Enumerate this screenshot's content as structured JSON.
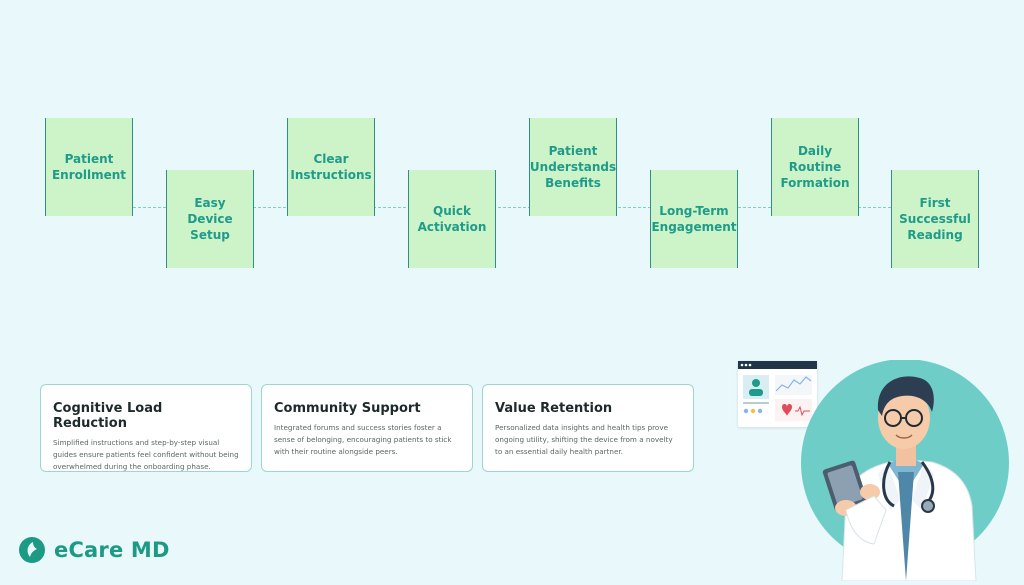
{
  "flow": {
    "steps": [
      {
        "label": "Patient Enrollment"
      },
      {
        "label": "Easy Device Setup"
      },
      {
        "label": "Clear Instructions"
      },
      {
        "label": "Quick Activation"
      },
      {
        "label": "Patient Understands Benefits"
      },
      {
        "label": "Long-Term Engagement"
      },
      {
        "label": "Daily Routine Formation"
      },
      {
        "label": "First Successful Reading"
      }
    ]
  },
  "cards": [
    {
      "title": "Cognitive Load Reduction",
      "text": "Simplified instructions and step-by-step visual guides ensure patients feel confident without being overwhelmed during the onboarding phase."
    },
    {
      "title": "Community Support",
      "text": "Integrated forums and success stories foster a sense of belonging, encouraging patients to stick with their routine alongside peers."
    },
    {
      "title": "Value Retention",
      "text": "Personalized data insights and health tips prove ongoing utility, shifting the device from a novelty to an essential daily health partner."
    }
  ],
  "brand": {
    "name": "eCare MD",
    "accent": "#1d9a83",
    "icon": "leaf-logo-icon"
  },
  "illustration": {
    "icon": "doctor-with-tablet-icon",
    "dashboard_icon": "health-dashboard-icon"
  },
  "colors": {
    "background": "#e9f9fb",
    "step_fill": "#cdf3c9",
    "step_text": "#1f9b8a",
    "circle": "#6fcdc8"
  }
}
